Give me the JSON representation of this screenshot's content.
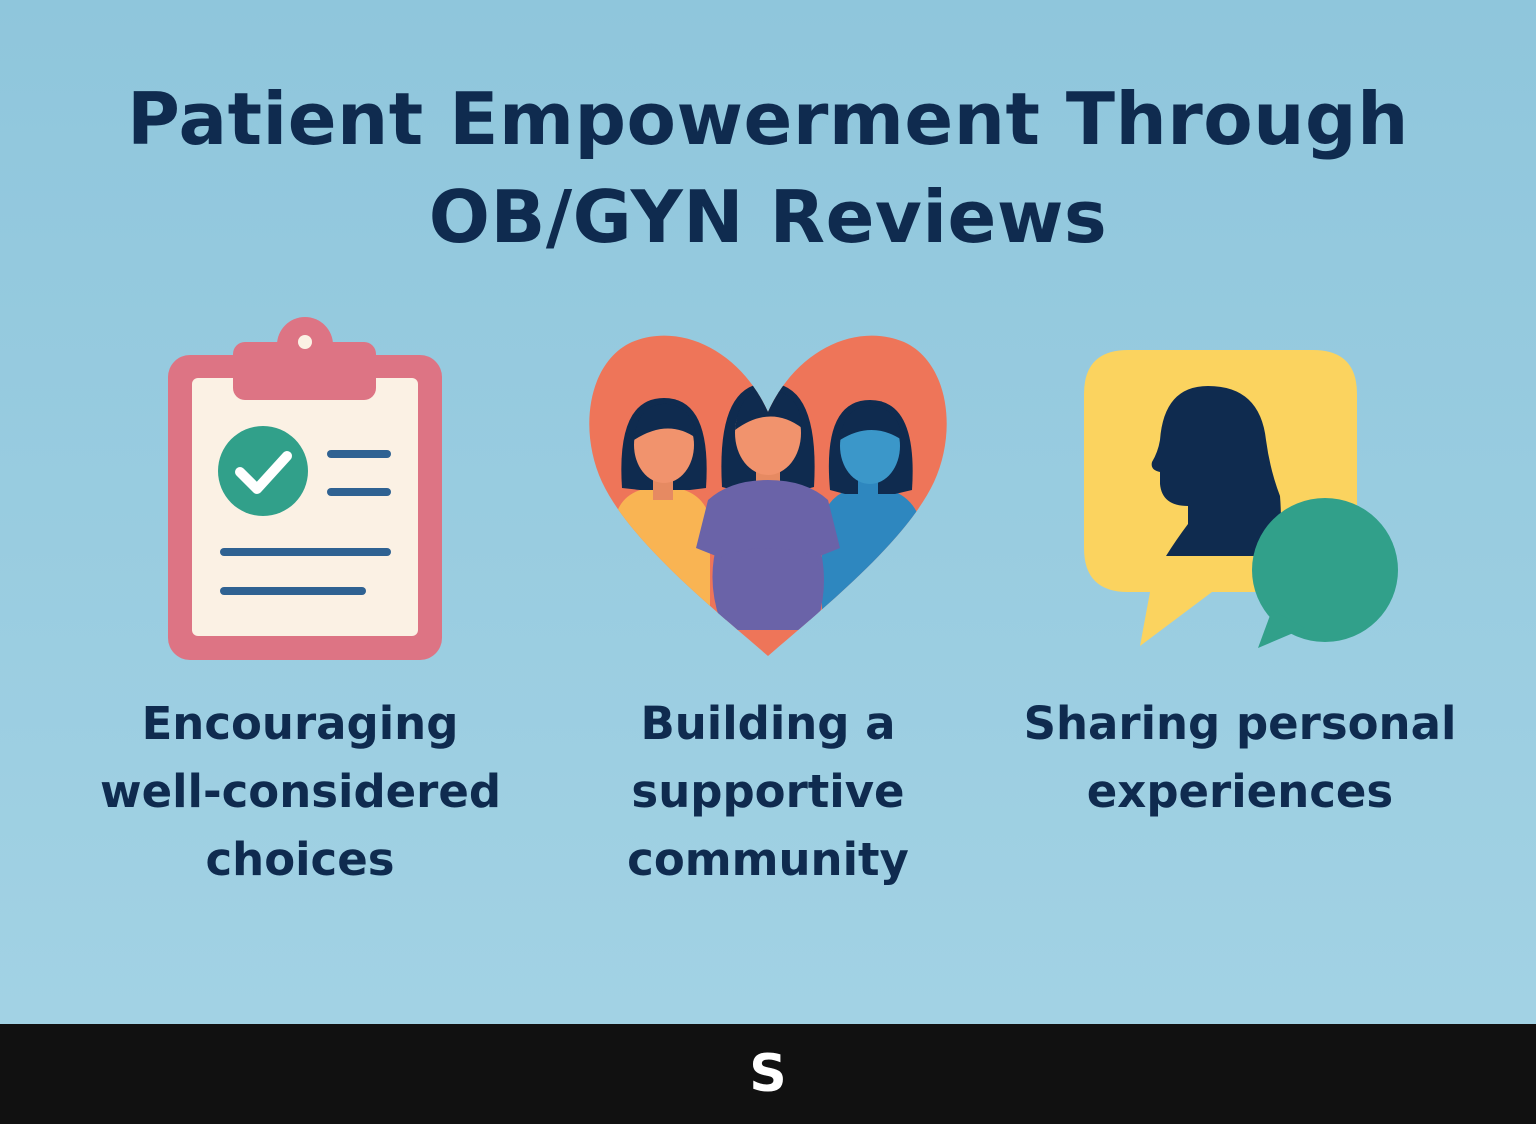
{
  "title": {
    "line1": "Patient Empowerment Through",
    "line2": "OB/GYN Reviews"
  },
  "items": [
    {
      "icon": "clipboard-checklist-icon",
      "lines": [
        "Encouraging",
        "well-considered",
        "choices"
      ]
    },
    {
      "icon": "heart-community-icon",
      "lines": [
        "Building a",
        "supportive",
        "community"
      ]
    },
    {
      "icon": "speech-bubble-profile-icon",
      "lines": [
        "Sharing personal",
        "experiences"
      ]
    }
  ],
  "footer": {
    "logo": "S"
  },
  "colors": {
    "background": "#9ccde0",
    "title": "#0f2b4f",
    "clipboard": "#dd7484",
    "heart": "#ee7559",
    "bubble": "#fbd35f",
    "accent_green": "#31a08a",
    "footer": "#111111"
  }
}
